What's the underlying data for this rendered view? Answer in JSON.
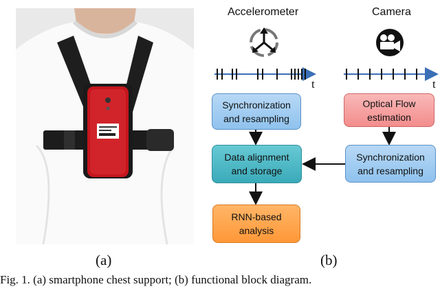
{
  "figure": {
    "panel_a_label": "(a)",
    "panel_b_label": "(b)",
    "caption": "Fig. 1.  (a) smartphone chest support; (b) functional block diagram."
  },
  "diagram": {
    "accelerometer_title": "Accelerometer",
    "camera_title": "Camera",
    "time_axis_label": "t",
    "boxes": {
      "sync_left": [
        "Synchronization",
        "and resampling"
      ],
      "optical_flow": [
        "Optical Flow",
        "estimation"
      ],
      "data_alignment": [
        "Data alignment",
        "and storage"
      ],
      "sync_right": [
        "Synchronization",
        "and resampling"
      ],
      "rnn": [
        "RNN-based",
        "analysis"
      ]
    },
    "colors": {
      "blue": "#8fc2ee",
      "red": "#f38d8d",
      "teal": "#3aaab9",
      "orange": "#ff9838",
      "axis": "#3b6fb6"
    },
    "icons": [
      "accelerometer-axes-icon",
      "video-camera-icon"
    ]
  }
}
